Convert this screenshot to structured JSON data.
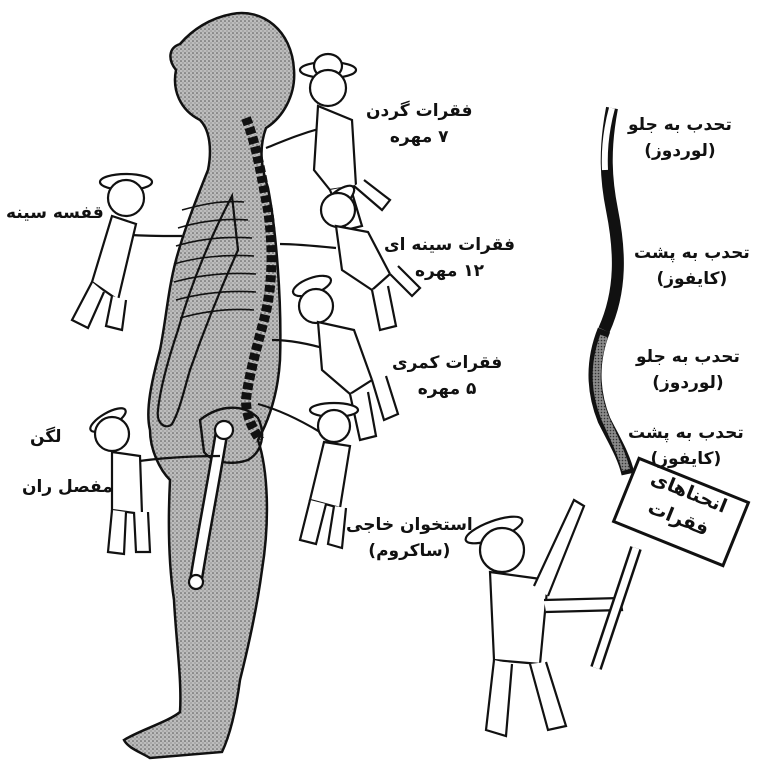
{
  "labels": {
    "cervical": {
      "line1": "فقرات گردن",
      "line2": "۷ مهره"
    },
    "thoracic": {
      "line1": "فقرات سینه ای",
      "line2": "۱۲ مهره"
    },
    "lumbar": {
      "line1": "فقرات کمری",
      "line2": "۵ مهره"
    },
    "sacrum": {
      "line1": "استخوان خاجی",
      "line2": "(ساکروم)"
    },
    "rib_cage": {
      "line1": "قفسه سینه"
    },
    "pelvis": {
      "line1": "لگن"
    },
    "hip_joint": {
      "line1": "مفصل ران"
    }
  },
  "curve_labels": {
    "c1": {
      "line1": "تحدب به جلو",
      "line2": "(لوردوز)"
    },
    "c2": {
      "line1": "تحدب به پشت",
      "line2": "(کایفوز)"
    },
    "c3": {
      "line1": "تحدب به جلو",
      "line2": "(لوردوز)"
    },
    "c4": {
      "line1": "تحدب به پشت",
      "line2": "(کایفوز)"
    }
  },
  "sign": {
    "line1": "انحناهای",
    "line2": "فقرات"
  }
}
